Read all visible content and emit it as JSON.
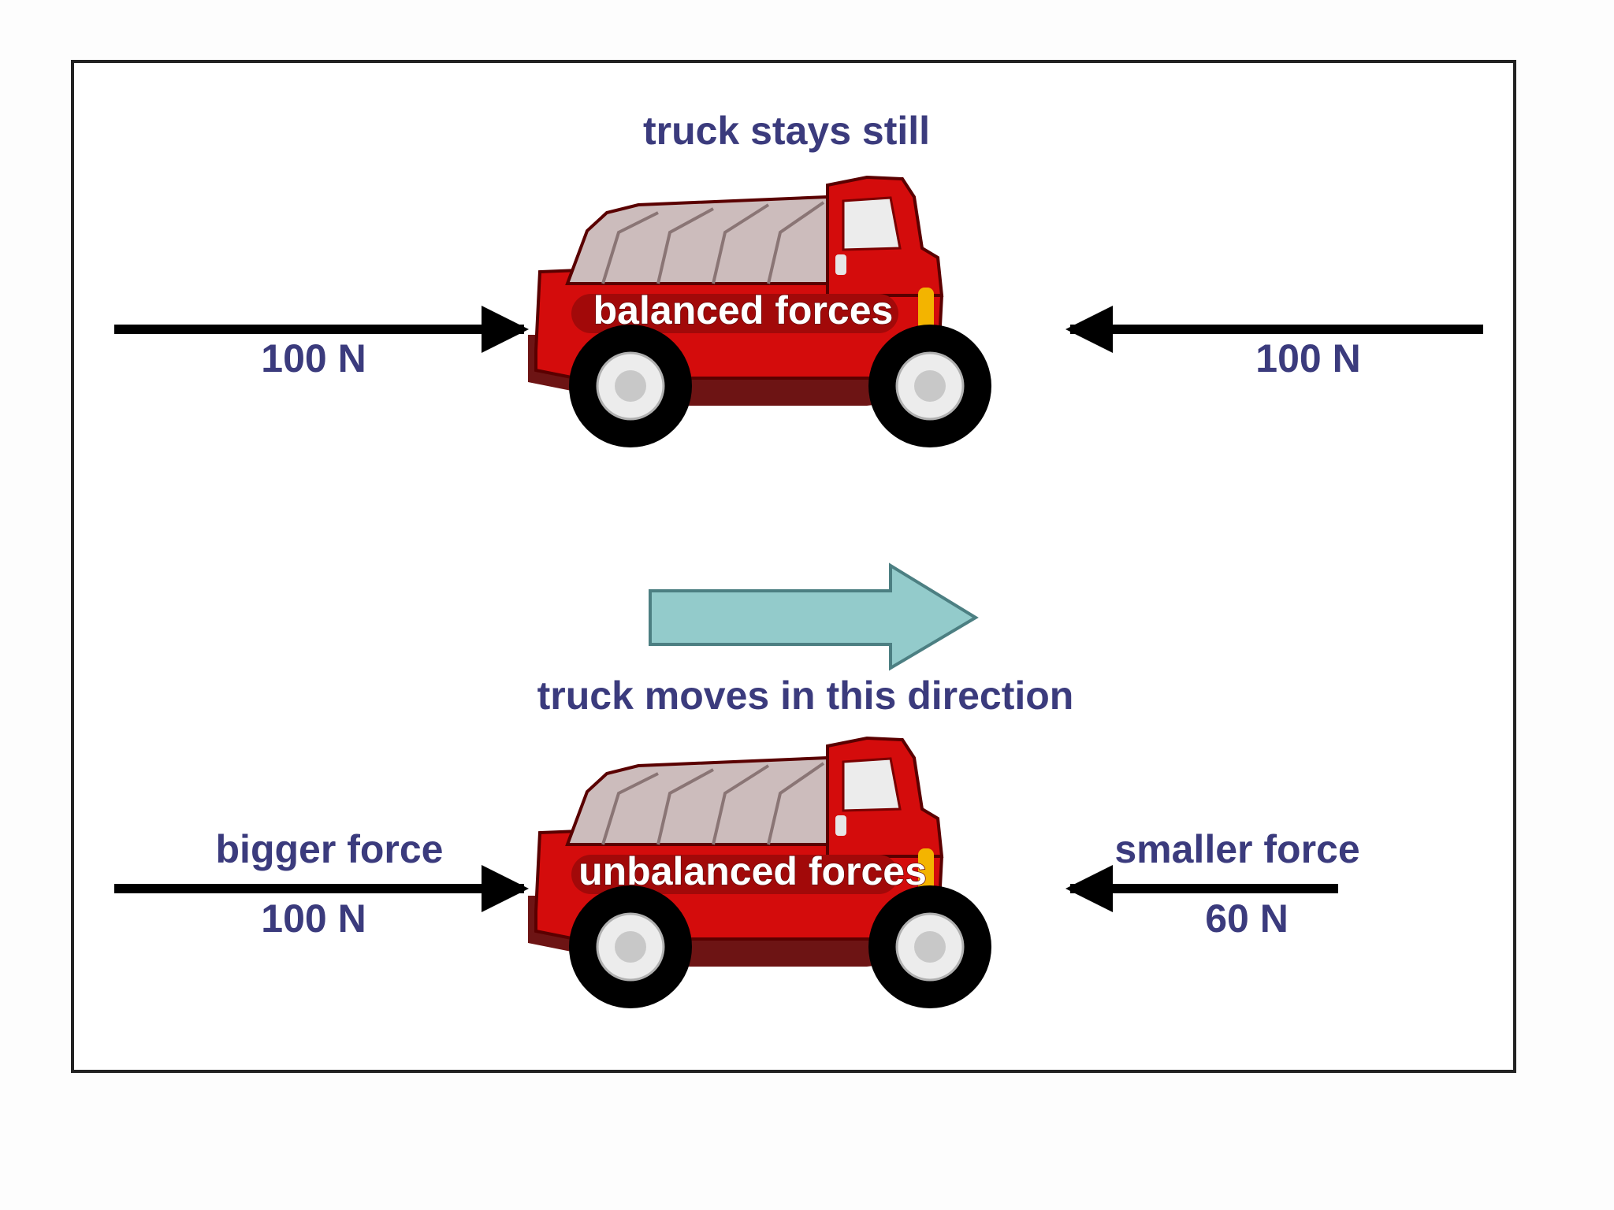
{
  "diagram": {
    "top": {
      "title": "truck stays still",
      "truck_label": "balanced forces",
      "left_force": "100 N",
      "right_force": "100 N"
    },
    "direction_label": "truck moves in this direction",
    "bottom": {
      "truck_label": "unbalanced forces",
      "left_title": "bigger force",
      "left_force": "100 N",
      "right_title": "smaller force",
      "right_force": "60 N"
    }
  },
  "colors": {
    "label_text": "#3b3b7d",
    "truck_body": "#d40c0c",
    "direction_arrow": "#93cbcb",
    "force_arrow": "#000000"
  }
}
